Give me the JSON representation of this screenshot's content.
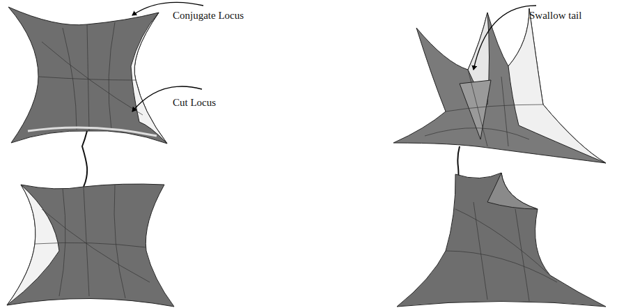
{
  "diagram": {
    "labels": [
      "Conjugate Locus",
      "Cut Locus",
      "Swallow tail"
    ]
  }
}
